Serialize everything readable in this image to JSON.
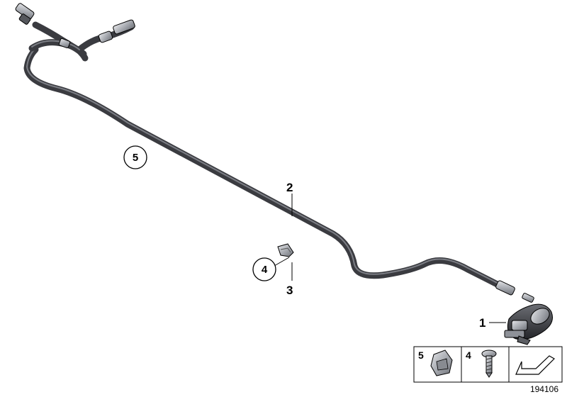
{
  "callouts": {
    "part_1": "1",
    "part_2": "2",
    "part_3": "3",
    "part_4_circled": "4",
    "part_5_circled": "5"
  },
  "legend": {
    "cell_5": "5",
    "cell_4": "4"
  },
  "diagram_id": "194106",
  "colors": {
    "hose": "#3a3b40",
    "hose_highlight": "#7b7d84",
    "metal": "#b9bcc1",
    "outline": "#000000"
  },
  "icons": [
    "hose-clip-icon",
    "screw-icon",
    "arrow-icon"
  ]
}
